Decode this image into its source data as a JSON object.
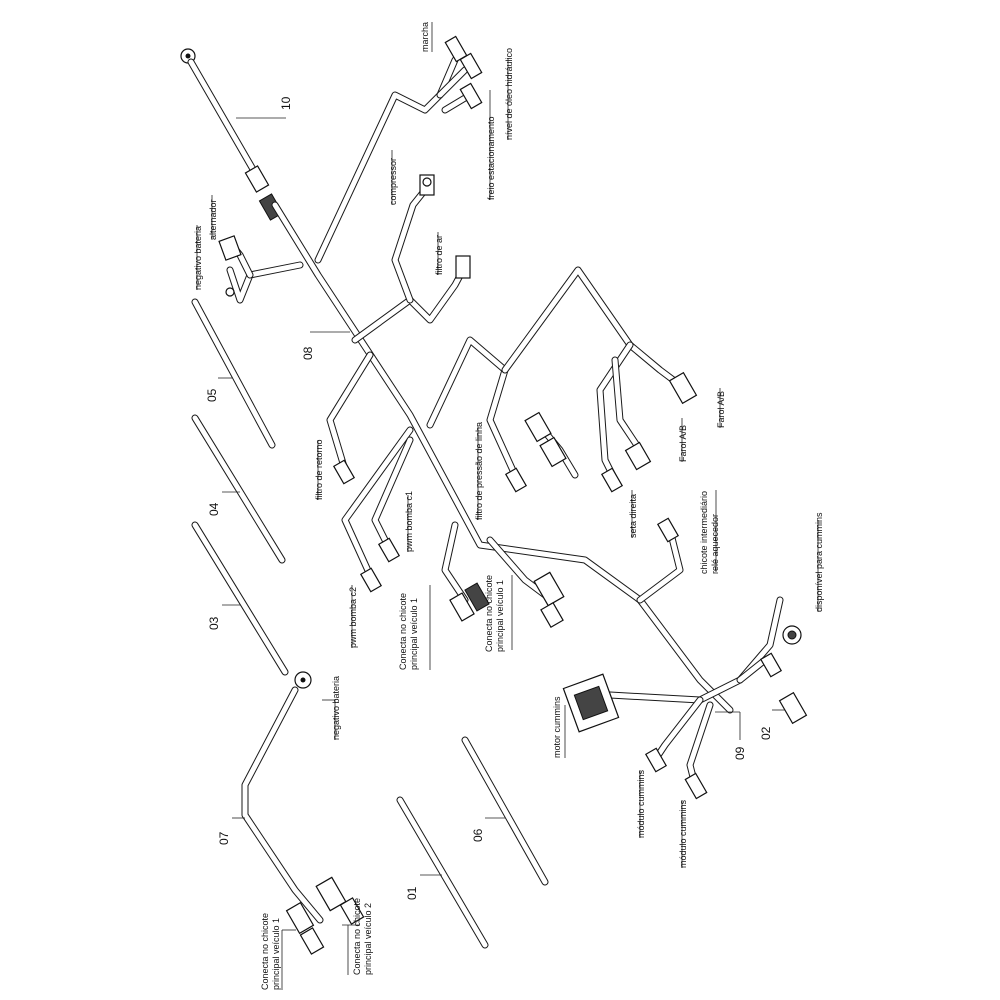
{
  "colors": {
    "line": "#1a1a1a",
    "background": "#ffffff"
  },
  "parts": {
    "p01": "01",
    "p02": "02",
    "p03": "03",
    "p04": "04",
    "p05": "05",
    "p06": "06",
    "p07": "07",
    "p08": "08",
    "p09": "09",
    "p10": "10"
  },
  "labels": {
    "marcha": "marcha",
    "freio_estacionamento": "freio estacionamento",
    "nivel_oleo": "nível de óleo hidráulico",
    "compressor": "compressor",
    "filtro_ar": "filtro de ar",
    "negativo_bateria_top": "negativo bateria",
    "alternador": "alternador",
    "filtro_retorno": "filtro de retorno",
    "filtro_pressao_linha": "filtro de pressão de linha",
    "pwm_bomba_c1": "pwm bomba c1",
    "pwm_bomba_c2": "pwm bomba c2",
    "conecta_principal_1a_l1": "Conecta no chicote",
    "conecta_principal_1a_l2": "principal veículo 1",
    "conecta_principal_1b_l1": "Conecta no chicote",
    "conecta_principal_1b_l2": "principal veículo 1",
    "seta_direita": "seta direita",
    "farol_ab_1": "Farol A/B",
    "farol_ab_2": "Farol A/B",
    "chicote_intermediario_l1": "chicote intermediário",
    "chicote_intermediario_l2": "relé aquecedor",
    "disponivel_cummins": "disponível para cummins",
    "motor_cummins": "motor cummins",
    "modulo_cummins_1": "módulo cummins",
    "modulo_cummins_2": "módulo cummins",
    "negativo_bateria_07": "negativo bateria",
    "conecta_07_a_l1": "Conecta no chicote",
    "conecta_07_a_l2": "principal veículo 1",
    "conecta_07_b_l1": "Conecta no chicote",
    "conecta_07_b_l2": "principal veículo 2"
  }
}
